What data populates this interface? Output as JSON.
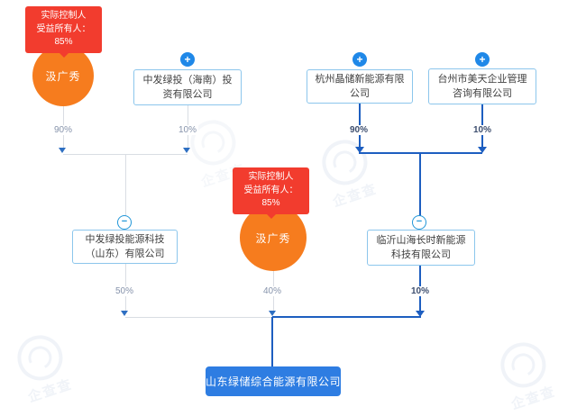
{
  "watermark": {
    "text": "企查查"
  },
  "icons": {
    "plus": "+",
    "minus": "−"
  },
  "colors": {
    "badge_red": "#f23c2e",
    "person_orange": "#f67c1e",
    "plus_blue": "#1f88e8",
    "dark_line_blue": "#1d5ec0",
    "light_line_gray": "#d9dde3",
    "box_border_blue": "#8cc6ec",
    "target_box_blue": "#2e7de2"
  },
  "nodes": {
    "person1": {
      "name": "汲广秀",
      "badge_line1": "实际控制人",
      "badge_line2": "受益所有人：85%"
    },
    "person2": {
      "name": "汲广秀",
      "badge_line1": "实际控制人",
      "badge_line2": "受益所有人：85%"
    },
    "company_hainan": {
      "name": "中发绿投（海南）投资有限公司"
    },
    "company_hangzhou": {
      "name": "杭州晶储新能源有限公司"
    },
    "company_taizhou": {
      "name": "台州市美天企业管理咨询有限公司"
    },
    "company_shandong_keji": {
      "name": "中发绿投能源科技（山东）有限公司"
    },
    "company_linyi": {
      "name": "临沂山海长时新能源科技有限公司"
    },
    "company_target": {
      "name": "山东绿储综合能源有限公司"
    }
  },
  "percent_labels": {
    "person1_to_group": "90%",
    "hainan_to_group": "10%",
    "hangzhou_to_group": "90%",
    "taizhou_to_group": "10%",
    "shandong_keji_to_target": "50%",
    "person2_to_target": "40%",
    "linyi_to_target": "10%"
  }
}
